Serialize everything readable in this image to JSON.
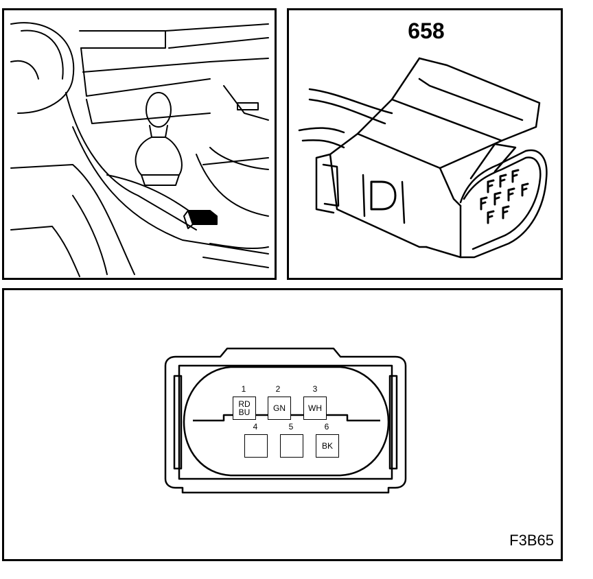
{
  "connector": {
    "number": "658"
  },
  "figure": {
    "code": "F3B65"
  },
  "pins": [
    {
      "number": "1",
      "color": "RD BU"
    },
    {
      "number": "2",
      "color": "GN"
    },
    {
      "number": "3",
      "color": "WH"
    },
    {
      "number": "4",
      "color": ""
    },
    {
      "number": "5",
      "color": ""
    },
    {
      "number": "6",
      "color": "BK"
    }
  ],
  "connector_housing_letters": {
    "side": "D",
    "pin_marks": "F"
  }
}
